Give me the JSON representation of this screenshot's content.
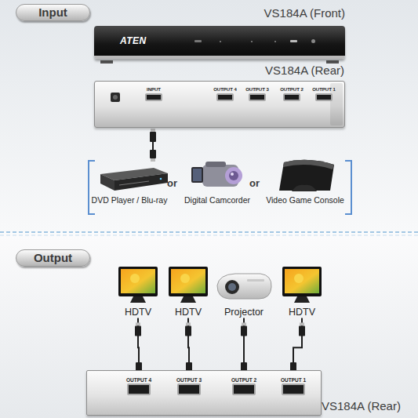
{
  "diagram": {
    "nodes": [
      {
        "text": [
          "Input"
        ]
      },
      {
        "text": [
          "VS184A (Front)",
          "ATEN"
        ]
      },
      {
        "text": [
          "VS184A (Rear)"
        ]
      },
      {
        "text": [
          "INPUT"
        ],
        "in": 2
      },
      {
        "text": [
          "OUTPUT 4"
        ],
        "in": 2
      },
      {
        "text": [
          "OUTPUT 3"
        ],
        "in": 2
      },
      {
        "text": [
          "OUTPUT 2"
        ],
        "in": 2
      },
      {
        "text": [
          "OUTPUT 1"
        ],
        "in": 2
      },
      {
        "text": [
          "DVD Player / Blu-ray"
        ]
      },
      {
        "text": [
          "Digital Camcorder"
        ]
      },
      {
        "text": [
          "Video Game Console"
        ]
      },
      {
        "text": [
          "Output"
        ]
      },
      {
        "text": [
          "HDTV"
        ]
      },
      {
        "text": [
          "HDTV"
        ]
      },
      {
        "text": [
          "Projector"
        ]
      },
      {
        "text": [
          "HDTV"
        ]
      },
      {
        "text": [
          "VS184A (Rear)"
        ]
      },
      {
        "text": [
          "OUTPUT 4"
        ],
        "in": 16
      },
      {
        "text": [
          "OUTPUT 3"
        ],
        "in": 16
      },
      {
        "text": [
          "OUTPUT 2"
        ],
        "in": 16
      },
      {
        "text": [
          "OUTPUT 1"
        ],
        "in": 16
      }
    ],
    "edges": [
      {
        "from": 17,
        "to": 12,
        "arrow": "none"
      },
      {
        "from": 18,
        "to": 13,
        "arrow": "none"
      },
      {
        "from": 19,
        "to": 14,
        "arrow": "none"
      },
      {
        "from": 20,
        "to": 15,
        "arrow": "none"
      }
    ],
    "labels": [
      "or",
      "or"
    ]
  }
}
